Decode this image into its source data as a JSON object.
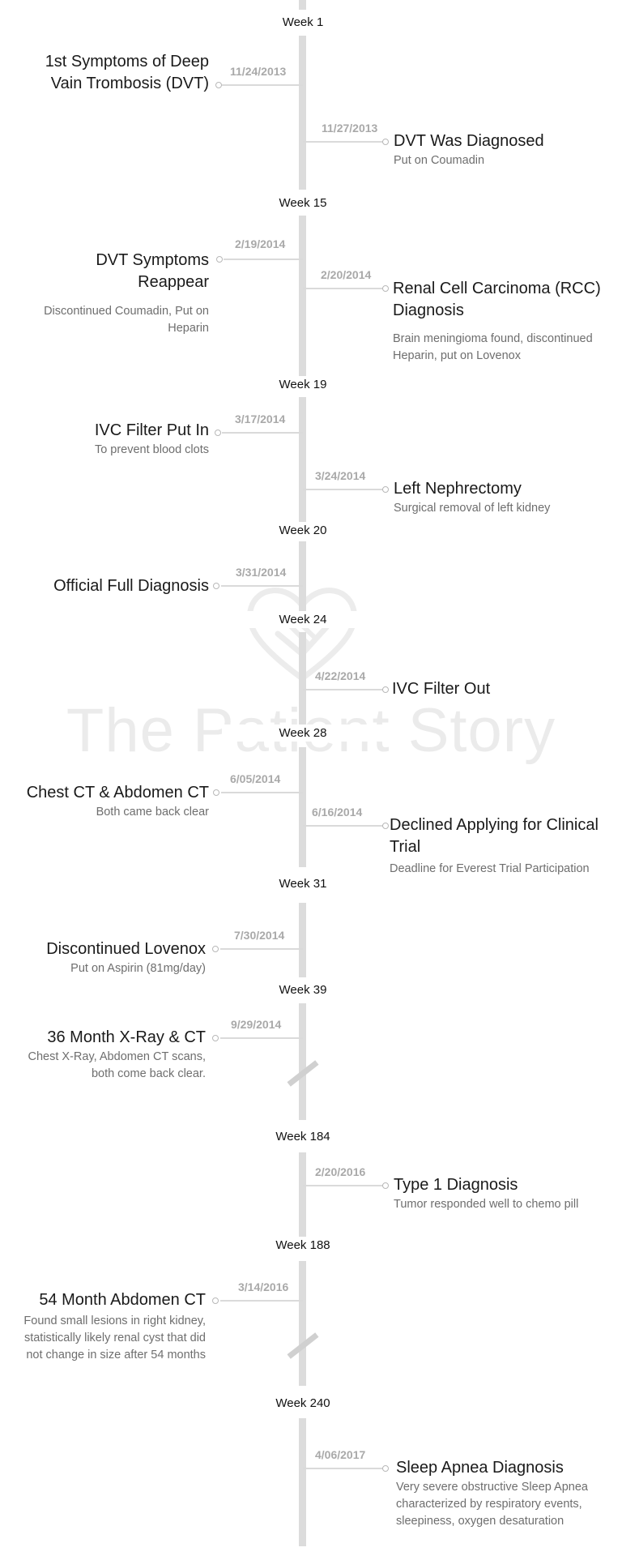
{
  "watermark": "The Patient Story",
  "weeks": [
    "Week 1",
    "Week 15",
    "Week 19",
    "Week 20",
    "Week 24",
    "Week 28",
    "Week 31",
    "Week 39",
    "Week 184",
    "Week 188",
    "Week 240"
  ],
  "events": [
    {
      "date": "11/24/2013",
      "title": "1st Symptoms of Deep Vain Trombosis (DVT)",
      "desc": ""
    },
    {
      "date": "11/27/2013",
      "title": "DVT Was Diagnosed",
      "desc": "Put on Coumadin"
    },
    {
      "date": "2/19/2014",
      "title": "DVT Symptoms Reappear",
      "desc": "Discontinued Coumadin, Put on Heparin"
    },
    {
      "date": "2/20/2014",
      "title": "Renal Cell Carcinoma (RCC) Diagnosis",
      "desc": "Brain meningioma found, discontinued Heparin, put on Lovenox"
    },
    {
      "date": "3/17/2014",
      "title": "IVC Filter Put In",
      "desc": "To prevent blood clots"
    },
    {
      "date": "3/24/2014",
      "title": "Left Nephrectomy",
      "desc": "Surgical removal of left kidney"
    },
    {
      "date": "3/31/2014",
      "title": "Official Full Diagnosis",
      "desc": ""
    },
    {
      "date": "4/22/2014",
      "title": "IVC Filter Out",
      "desc": ""
    },
    {
      "date": "6/05/2014",
      "title": "Chest CT & Abdomen CT",
      "desc": "Both came back clear"
    },
    {
      "date": "6/16/2014",
      "title": "Declined Applying for Clinical Trial",
      "desc": "Deadline for Everest Trial Participation"
    },
    {
      "date": "7/30/2014",
      "title": "Discontinued Lovenox",
      "desc": "Put on Aspirin (81mg/day)"
    },
    {
      "date": "9/29/2014",
      "title": "36 Month X-Ray & CT",
      "desc": "Chest X-Ray, Abdomen CT scans, both come back clear."
    },
    {
      "date": "2/20/2016",
      "title": "Type 1 Diagnosis",
      "desc": "Tumor responded well to chemo pill"
    },
    {
      "date": "3/14/2016",
      "title": "54 Month Abdomen CT",
      "desc": "Found small lesions in right kidney, statistically likely renal cyst that did not change in size after 54 months"
    },
    {
      "date": "4/06/2017",
      "title": "Sleep Apnea Diagnosis",
      "desc": "Very severe obstructive Sleep Apnea characterized by respiratory events, sleepiness, oxygen desaturation"
    }
  ]
}
